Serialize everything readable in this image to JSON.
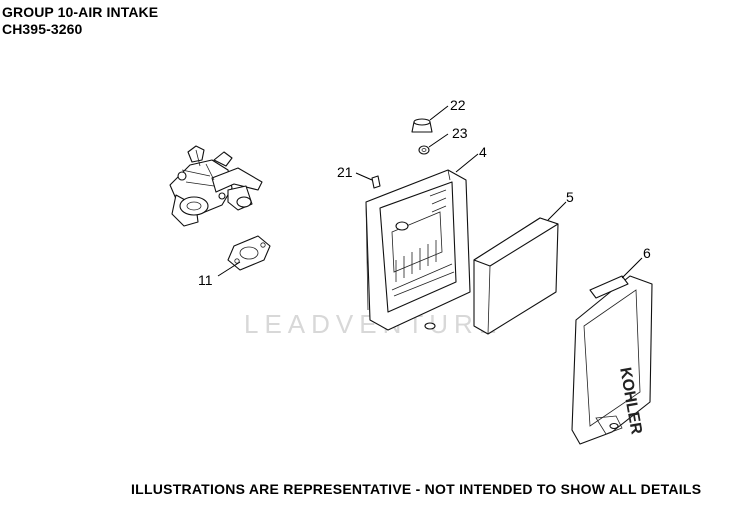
{
  "header": {
    "group_title": "GROUP 10-AIR INTAKE",
    "model": "CH395-3260"
  },
  "watermark": "LEADVENTURE",
  "callouts": {
    "c11": "11",
    "c21": "21",
    "c22": "22",
    "c23": "23",
    "c4": "4",
    "c5": "5",
    "c6": "6"
  },
  "cover_logo": "KOHLER",
  "footer": {
    "disclaimer": "ILLUSTRATIONS ARE REPRESENTATIVE - NOT INTENDED TO SHOW ALL DETAILS"
  }
}
